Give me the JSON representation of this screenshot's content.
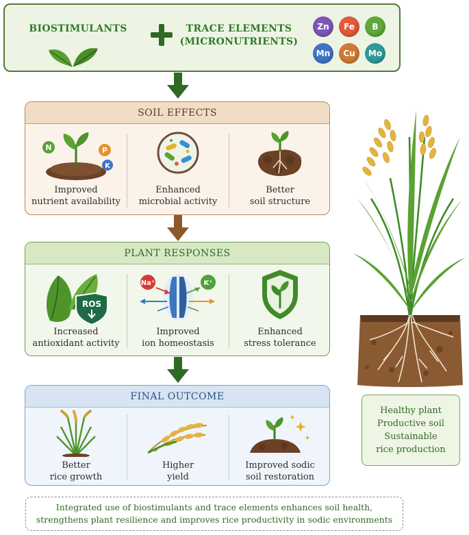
{
  "top": {
    "biostimulants": "BIOSTIMULANTS",
    "trace_line1": "TRACE ELEMENTS",
    "trace_line2": "(MICRONUTRIENTS)",
    "elements": [
      {
        "symbol": "Zn",
        "color": "#7d56b8"
      },
      {
        "symbol": "Fe",
        "color": "#e25a3c"
      },
      {
        "symbol": "B",
        "color": "#5fa83a"
      },
      {
        "symbol": "Mn",
        "color": "#3f74c4"
      },
      {
        "symbol": "Cu",
        "color": "#cf7a34"
      },
      {
        "symbol": "Mo",
        "color": "#2f9a9a"
      }
    ]
  },
  "soil_effects": {
    "title": "SOIL EFFECTS",
    "items": [
      {
        "line1": "Improved",
        "line2": "nutrient availability",
        "icon": "soil-nutrients-icon",
        "badges": [
          "N",
          "P",
          "K"
        ]
      },
      {
        "line1": "Enhanced",
        "line2": "microbial activity",
        "icon": "microbe-dish-icon"
      },
      {
        "line1": "Better",
        "line2": "soil structure",
        "icon": "soil-roots-icon"
      }
    ]
  },
  "plant_responses": {
    "title": "PLANT RESPONSES",
    "items": [
      {
        "line1": "Increased",
        "line2": "antioxidant activity",
        "icon": "leaf-ros-shield-icon",
        "badge": "ROS"
      },
      {
        "line1": "Improved",
        "line2": "ion homeostasis",
        "icon": "ion-channel-icon",
        "ions": [
          "Na⁺",
          "K⁺"
        ]
      },
      {
        "line1": "Enhanced",
        "line2": "stress tolerance",
        "icon": "plant-shield-icon"
      }
    ]
  },
  "final_outcome": {
    "title": "FINAL OUTCOME",
    "items": [
      {
        "line1": "Better",
        "line2": "rice growth",
        "icon": "rice-plant-icon"
      },
      {
        "line1": "Higher",
        "line2": "yield",
        "icon": "rice-grain-icon"
      },
      {
        "line1": "Improved sodic",
        "line2": "soil restoration",
        "icon": "sprout-soil-icon"
      }
    ]
  },
  "side_box": {
    "lines": [
      "Healthy plant",
      "Productive soil",
      "Sustainable",
      "rice production"
    ]
  },
  "bottom": {
    "line1": "Integrated use of biostimulants and trace elements enhances soil health,",
    "line2": "strengthens plant resilience and improves rice productivity in sodic environments"
  },
  "colors": {
    "arrow_green": "#2f6a24",
    "arrow_brown": "#8b5a2b",
    "soil_accent": "#b98554",
    "plant_accent": "#6d9b52",
    "final_accent": "#7ea1c8"
  }
}
